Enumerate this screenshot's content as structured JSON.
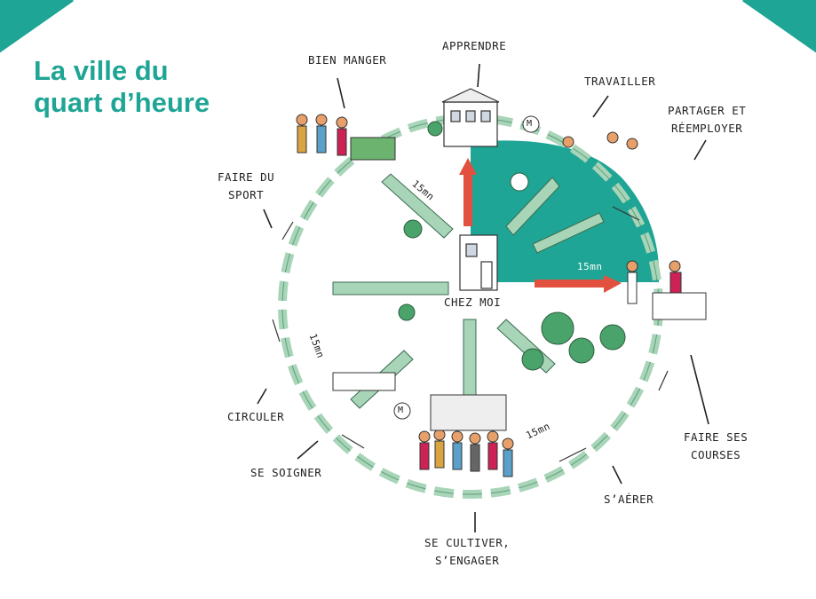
{
  "title": {
    "line1": "La ville du",
    "line2": "quart d’heure"
  },
  "colors": {
    "accent": "#1fa595",
    "arrow": "#e2503f",
    "path": "#a8d5b8"
  },
  "center_label": "CHEZ MOI",
  "distance_label": "15mn",
  "labels": {
    "bien_manger": "BIEN MANGER",
    "apprendre": "APPRENDRE",
    "travailler": "TRAVAILLER",
    "partager_1": "PARTAGER ET",
    "partager_2": "RÉEMPLOYER",
    "sport_1": "FAIRE DU",
    "sport_2": "SPORT",
    "circuler": "CIRCULER",
    "soigner": "SE SOIGNER",
    "cultiver_1": "SE CULTIVER,",
    "cultiver_2": "S’ENGAGER",
    "aerer": "S’AÉRER",
    "courses_1": "FAIRE SES",
    "courses_2": "COURSES"
  },
  "metro_sign": "M"
}
